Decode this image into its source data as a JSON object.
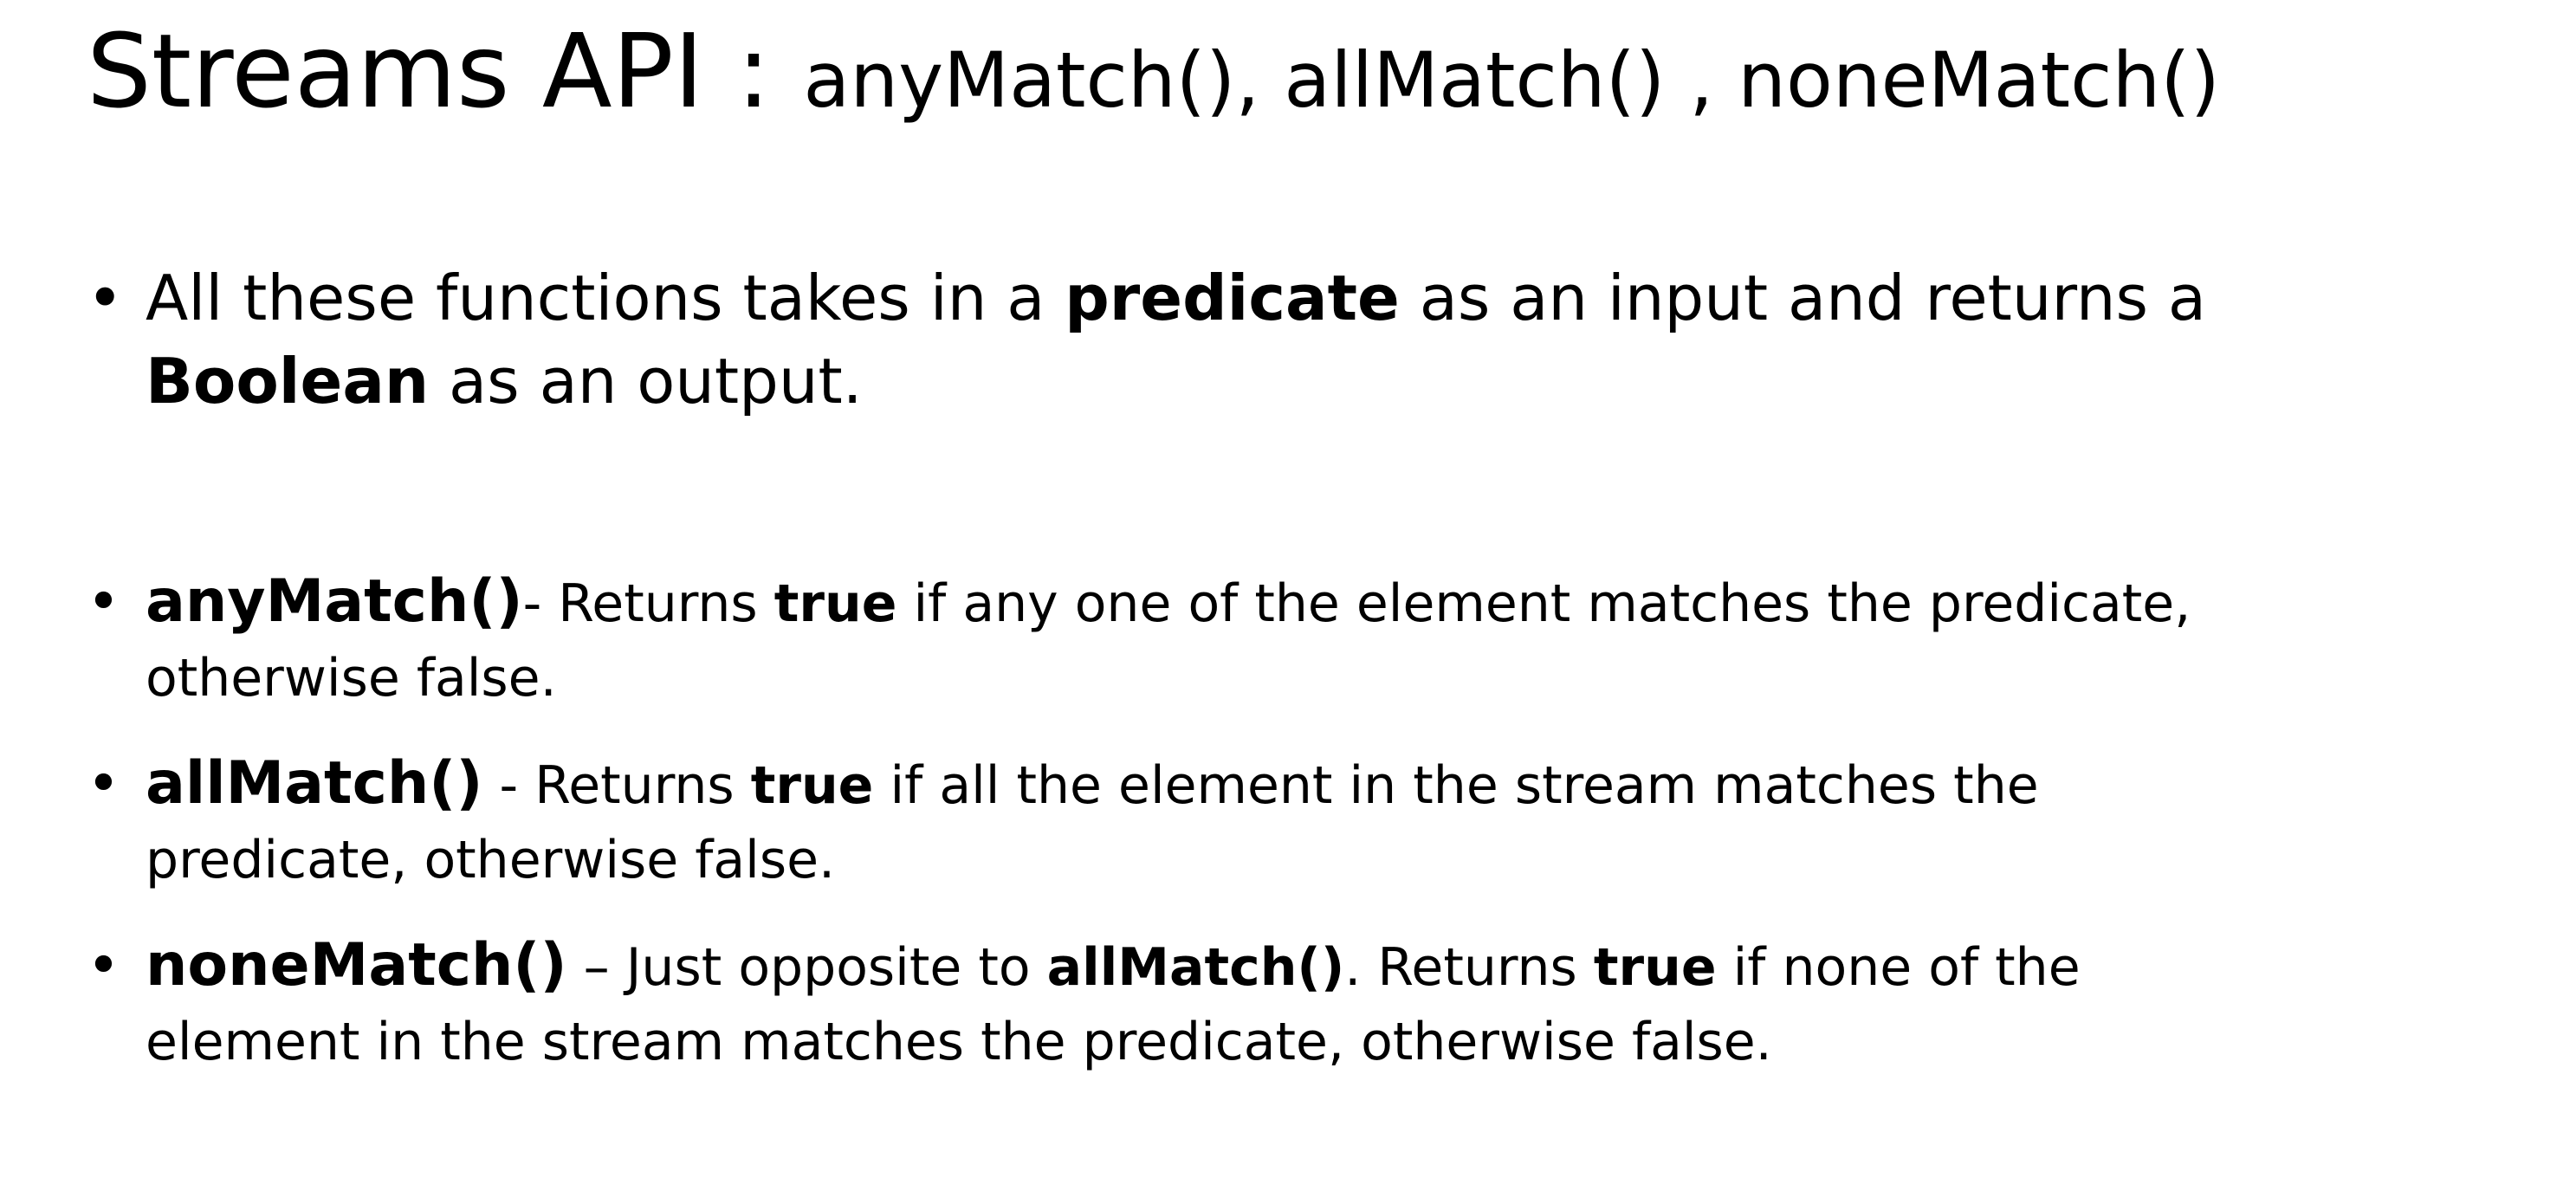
{
  "slide": {
    "title": {
      "main": "Streams API : ",
      "sub": "anyMatch(), allMatch() , noneMatch()"
    },
    "bullet_symbol": "•",
    "intro": {
      "l1_a": "All these functions takes in a ",
      "l1_b": "predicate",
      "l1_c": " as an input and returns a",
      "l2_a": "Boolean",
      "l2_b": "  as an output."
    },
    "any_match": {
      "name": "anyMatch()",
      "sep": "- Returns ",
      "bold": "true",
      "rest1": " if any one of the element matches the predicate,",
      "line2": "otherwise false."
    },
    "all_match": {
      "name": "allMatch()",
      "sep": " -  Returns ",
      "bold": "true",
      "rest1": " if all the element in the stream matches the",
      "line2": "predicate, otherwise false."
    },
    "none_match": {
      "name": "noneMatch()",
      "sep": " – Just opposite to ",
      "ref": "allMatch()",
      "mid": ". Returns ",
      "bold": "true",
      "rest1": " if none of the",
      "line2": "element in the stream matches the predicate, otherwise false."
    }
  }
}
